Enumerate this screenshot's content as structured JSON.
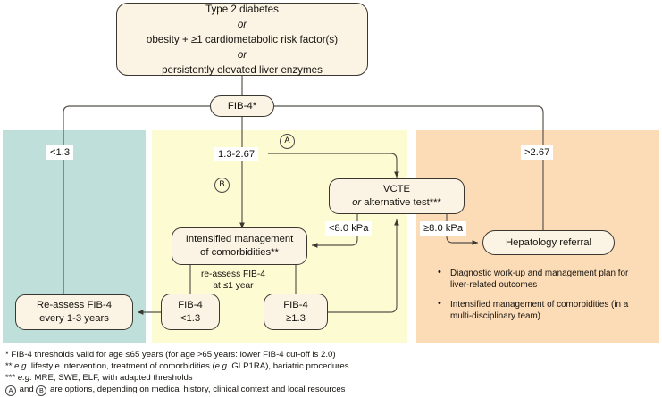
{
  "bands": {
    "low_risk_color": "#bfdfda",
    "intermediate_color": "#fcfbd2",
    "high_risk_color": "#fbdcb7"
  },
  "nodes": {
    "entry": {
      "line1": "Type 2 diabetes",
      "or1": "or",
      "line2": "obesity + ≥1 cardiometabolic risk factor(s)",
      "or2": "or",
      "line3": "persistently elevated liver enzymes"
    },
    "fib4": "FIB-4*",
    "reassess": {
      "line1": "Re-assess FIB-4",
      "line2": "every 1-3 years"
    },
    "intensified": {
      "line1": "Intensified management",
      "line2": "of comorbidities**"
    },
    "fib4_low": {
      "line1": "FIB-4",
      "line2": "<1.3"
    },
    "fib4_high": {
      "line1": "FIB-4",
      "line2": "≥1.3"
    },
    "vcte": {
      "line1": "VCTE",
      "line2_italic": "or",
      "line2_rest": " alternative test***"
    },
    "hepatology": "Hepatology referral"
  },
  "edge_labels": {
    "fib4_lt_1_3": "<1.3",
    "fib4_1_3_to_2_67": "1.3-2.67",
    "fib4_gt_2_67": ">2.67",
    "lsm_lt_8": "<8.0 kPa",
    "lsm_ge_8": "≥8.0 kPa",
    "reassess_interval": {
      "line1": "re-assess FIB-4",
      "line2": "at ≤1 year"
    }
  },
  "option_markers": {
    "a": "A",
    "b": "B"
  },
  "high_risk_bullets": [
    "Diagnostic work-up and management plan for liver-related outcomes",
    "Intensified management of comorbidities (in a multi-disciplinary team)"
  ],
  "footnotes": {
    "one": "* FIB-4 thresholds valid for age ≤65 years (for age >65 years: lower FIB-4 cut-off is 2.0)",
    "two_mark": "**",
    "two_a_italic": "e.g.",
    "two_b": " lifestyle intervention, treatment of comorbidities (",
    "two_c_italic": "e.g.",
    "two_d": " GLP1RA), bariatric procedures",
    "three_mark": "***",
    "three_a_italic": "e.g.",
    "three_b": " MRE, SWE, ELF, with adapted thresholds",
    "four_mark_a": "A",
    "four_mid": " and ",
    "four_mark_b": "B",
    "four_tail": " are options, depending on medical history, clinical context and local resources"
  }
}
